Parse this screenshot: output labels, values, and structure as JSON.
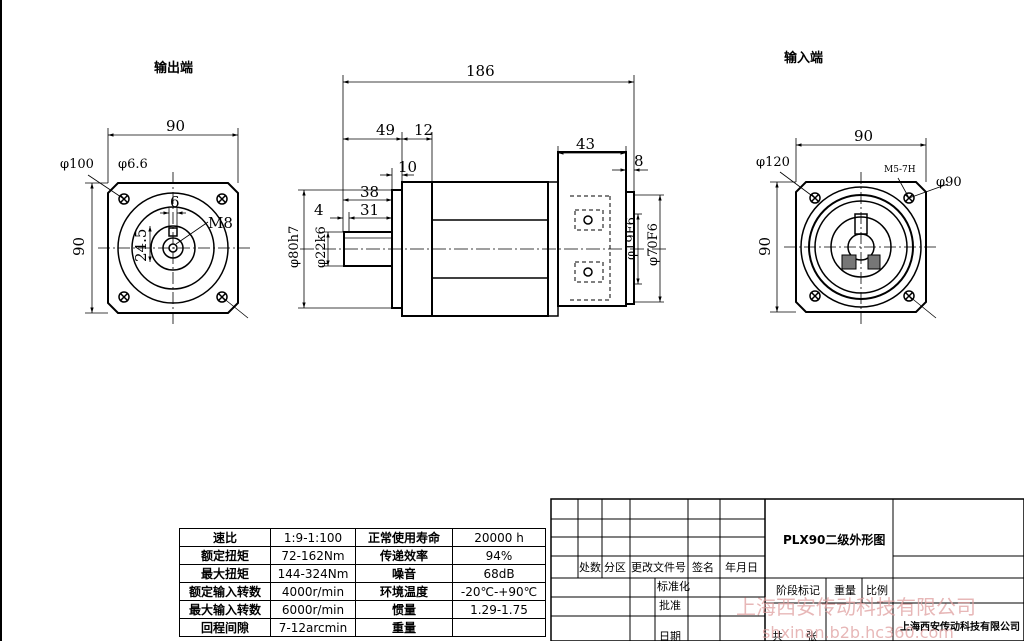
{
  "labels": {
    "output_end": "输出端",
    "input_end": "输入端"
  },
  "dimensions": {
    "left_width": "90",
    "left_height": "90",
    "left_phi100": "φ100",
    "left_phi6_6": "φ6.6",
    "left_6": "6",
    "left_m8": "M8",
    "left_24_5": "24.5",
    "side_186": "186",
    "side_49": "49",
    "side_12": "12",
    "side_10": "10",
    "side_38": "38",
    "side_31": "31",
    "side_4": "4",
    "side_43": "43",
    "side_8": "8",
    "side_phi80h7": "φ80h7",
    "side_phi22k6": "φ22k6",
    "side_phi19f6": "φ19F6",
    "side_phi70f6": "φ70F6",
    "right_width": "90",
    "right_height": "90",
    "right_phi120": "φ120",
    "right_m5": "M5-7H",
    "right_phi90": "φ90"
  },
  "spec_table": [
    [
      "速比",
      "1:9-1:100",
      "正常使用寿命",
      "20000 h"
    ],
    [
      "额定扭矩",
      "72-162Nm",
      "传递效率",
      "94%"
    ],
    [
      "最大扭矩",
      "144-324Nm",
      "噪音",
      "68dB"
    ],
    [
      "额定输入转数",
      "4000r/min",
      "环境温度",
      "-20℃-+90℃"
    ],
    [
      "最大输入转数",
      "6000r/min",
      "惯量",
      "1.29-1.75"
    ],
    [
      "回程间隙",
      "7-12arcmin",
      "重量",
      ""
    ]
  ],
  "title_block": {
    "drawing_title": "PLX90二级外形图",
    "rev_headers": [
      "处数",
      "分区",
      "更改文件号",
      "签名",
      "年月日"
    ],
    "standardize": "标准化",
    "approve": "批准",
    "date": "日期",
    "stage_mark": "阶段标记",
    "weight": "重量",
    "scale": "比例",
    "total": "共",
    "sheet": "张",
    "company": "上海西安传动科技有限公司"
  },
  "watermark": {
    "company": "上海西安传动科技有限公司",
    "url": "shxinan.b2b.hc360.com"
  }
}
